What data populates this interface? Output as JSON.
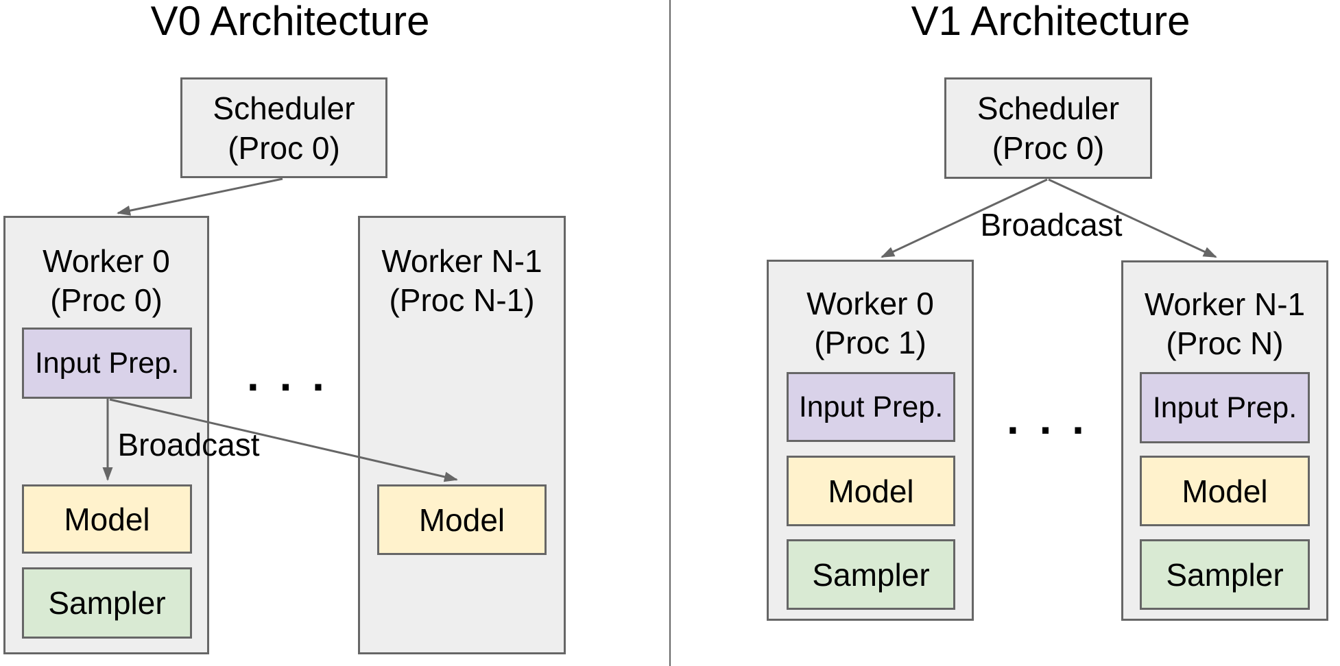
{
  "v0": {
    "title": "V0 Architecture",
    "scheduler": {
      "line1": "Scheduler",
      "line2": "(Proc 0)"
    },
    "broadcast": "Broadcast",
    "ellipsis": ". . .",
    "worker0": {
      "line1": "Worker 0",
      "line2": "(Proc 0)",
      "input_prep": "Input Prep.",
      "model": "Model",
      "sampler": "Sampler"
    },
    "workerN": {
      "line1": "Worker N-1",
      "line2": "(Proc N-1)",
      "model": "Model"
    }
  },
  "v1": {
    "title": "V1 Architecture",
    "scheduler": {
      "line1": "Scheduler",
      "line2": "(Proc 0)"
    },
    "broadcast": "Broadcast",
    "ellipsis": ". . .",
    "worker0": {
      "line1": "Worker 0",
      "line2": "(Proc 1)",
      "input_prep": "Input Prep.",
      "model": "Model",
      "sampler": "Sampler"
    },
    "workerN": {
      "line1": "Worker N-1",
      "line2": "(Proc N)",
      "input_prep": "Input Prep.",
      "model": "Model",
      "sampler": "Sampler"
    }
  },
  "colors": {
    "box_fill": "#eeeeee",
    "box_border": "#666666",
    "input_prep_fill": "#d9d2e9",
    "model_fill": "#fff2cc",
    "sampler_fill": "#d9ead3",
    "arrow_color": "#666666",
    "text_color": "#000000",
    "divider_color": "#666666",
    "bg": "#ffffff"
  }
}
